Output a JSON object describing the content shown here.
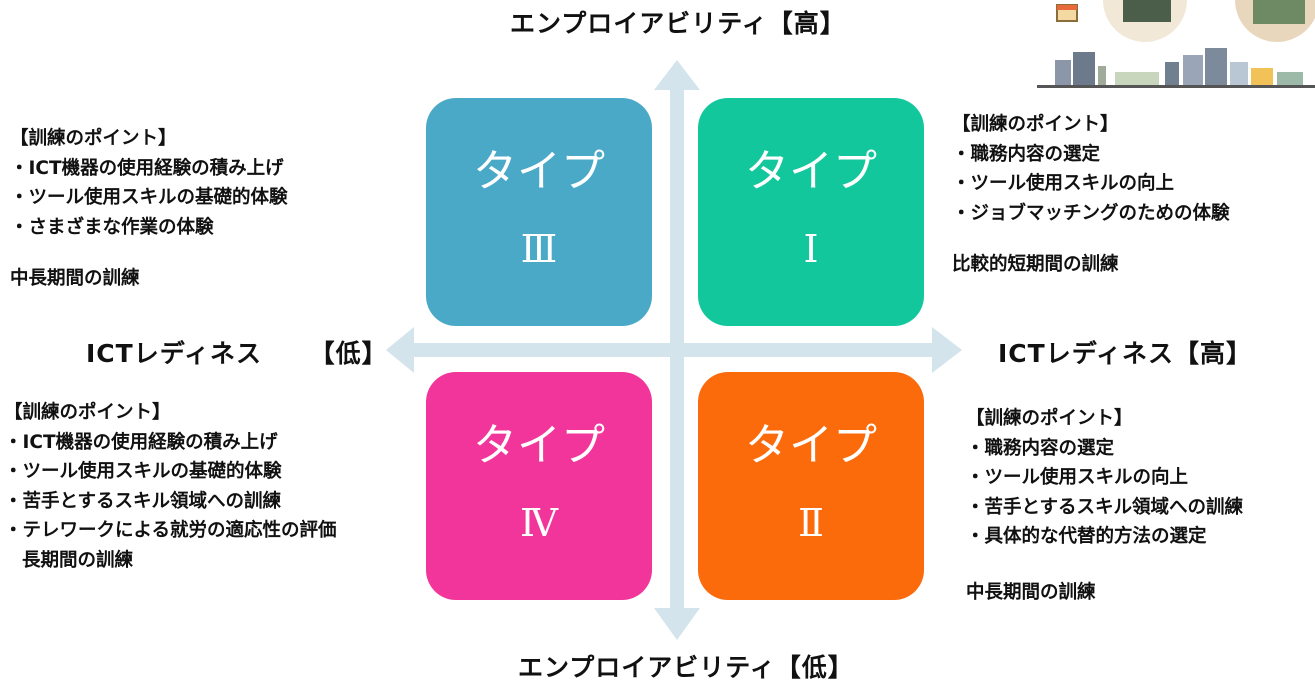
{
  "axes": {
    "top": "エンプロイアビリティ【高】",
    "bottom": "エンプロイアビリティ【低】",
    "left_text": "ICTレディネス",
    "left_mark": "【低】",
    "right": "ICTレディネス【高】"
  },
  "quadrants": [
    {
      "id": "type3",
      "title": "タイプ",
      "numeral": "Ⅲ",
      "color": "#4AA9C6"
    },
    {
      "id": "type1",
      "title": "タイプ",
      "numeral": "Ⅰ",
      "color": "#12C79C"
    },
    {
      "id": "type4",
      "title": "タイプ",
      "numeral": "Ⅳ",
      "color": "#F2359B"
    },
    {
      "id": "type2",
      "title": "タイプ",
      "numeral": "Ⅱ",
      "color": "#FB6B0C"
    }
  ],
  "notes": {
    "top_left": {
      "heading": "【訓練のポイント】",
      "items": [
        "・ICT機器の使用経験の積み上げ",
        "・ツール使用スキルの基礎的体験",
        "・さまざまな作業の体験"
      ],
      "duration": "中長期間の訓練"
    },
    "top_right": {
      "heading": "【訓練のポイント】",
      "items": [
        "・職務内容の選定",
        "・ツール使用スキルの向上",
        "・ジョブマッチングのための体験"
      ],
      "duration": "比較的短期間の訓練"
    },
    "bottom_left": {
      "heading": "【訓練のポイント】",
      "items": [
        "・ICT機器の使用経験の積み上げ",
        "・ツール使用スキルの基礎的体験",
        "・苦手とするスキル領域への訓練",
        "・テレワークによる就労の適応性の評価"
      ],
      "duration": "長期間の訓練"
    },
    "bottom_right": {
      "heading": "【訓練のポイント】",
      "items": [
        "・職務内容の選定",
        "・ツール使用スキルの向上",
        "・苦手とするスキル領域への訓練",
        "・具体的な代替的方法の選定"
      ],
      "duration": "中長期間の訓練"
    }
  },
  "colors": {
    "arrow": "#D3E4EC"
  }
}
